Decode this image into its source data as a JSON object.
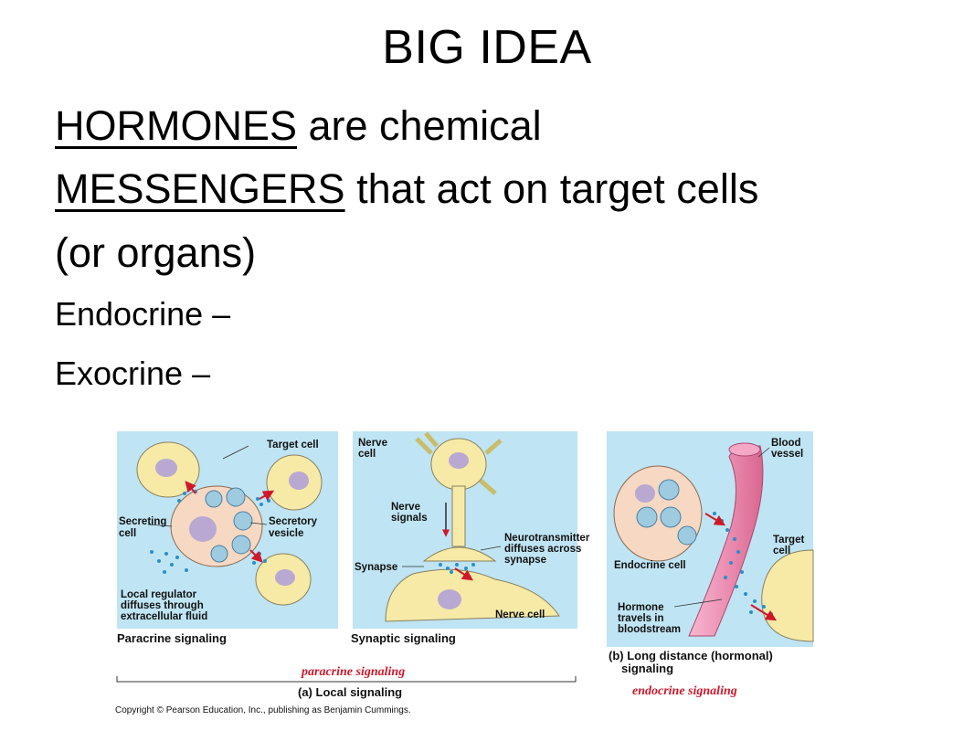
{
  "slide": {
    "title": "BIG IDEA",
    "line1_term": "HORMONES",
    "line1_rest": " are chemical",
    "line2_term": "MESSENGERS",
    "line2_rest": " that act on target cells",
    "line3": "(or organs)",
    "endocrine": "Endocrine –",
    "exocrine": "Exocrine –"
  },
  "figure": {
    "panel_a1": {
      "target_cell": "Target cell",
      "secreting_cell_1": "Secreting",
      "secreting_cell_2": "cell",
      "secretory_vesicle_1": "Secretory",
      "secretory_vesicle_2": "vesicle",
      "local_regulator_1": "Local regulator",
      "local_regulator_2": "diffuses through",
      "local_regulator_3": "extracellular fluid",
      "caption": "Paracrine signaling"
    },
    "panel_a2": {
      "nerve_cell_top_1": "Nerve",
      "nerve_cell_top_2": "cell",
      "nerve_signals_1": "Nerve",
      "nerve_signals_2": "signals",
      "neurotransmitter_1": "Neurotransmitter",
      "neurotransmitter_2": "diffuses across",
      "neurotransmitter_3": "synapse",
      "synapse": "Synapse",
      "nerve_cell_bottom": "Nerve cell",
      "caption": "Synaptic signaling"
    },
    "panel_b": {
      "blood_vessel_1": "Blood",
      "blood_vessel_2": "vessel",
      "target_cell_1": "Target",
      "target_cell_2": "cell",
      "endocrine_cell": "Endocrine cell",
      "hormone_1": "Hormone",
      "hormone_2": "travels in",
      "hormone_3": "bloodstream",
      "caption_1": "(b) Long distance (hormonal)",
      "caption_2": "signaling"
    },
    "handwritten_paracrine": "paracrine signaling",
    "local_signaling_caption": "(a) Local signaling",
    "handwritten_endocrine": "endocrine signaling",
    "copyright": "Copyright © Pearson Education, Inc., publishing as Benjamin Cummings.",
    "colors": {
      "panel_bg": "#bfe4f3",
      "cell_fill": "#f6eaa6",
      "nucleus": "#b9a9d2",
      "secreting_cell": "#f6d8c3",
      "vesicle": "#9ecbe0",
      "vessel": "#ec8fb3",
      "arrow": "#d0182a",
      "handwritten": "#d0182a"
    }
  }
}
